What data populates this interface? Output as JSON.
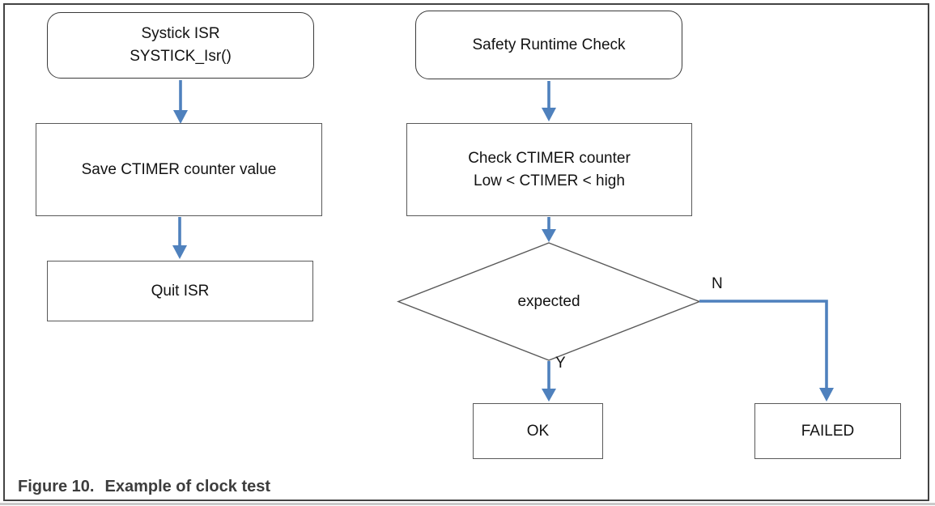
{
  "colors": {
    "arrow": "#4f81bd",
    "process_border": "#595959",
    "terminator_border": "#3a3a3a",
    "frame_border": "#434343",
    "text": "#121212",
    "caption": "#3d3d3d",
    "background": "#ffffff"
  },
  "caption": {
    "prefix": "Figure 10.",
    "title": "Example of clock test"
  },
  "flowchart": {
    "systick_start": {
      "line1": "Systick ISR",
      "line2": "SYSTICK_Isr()"
    },
    "save_process": {
      "label": "Save CTIMER counter value"
    },
    "quit_process": {
      "label": "Quit ISR"
    },
    "safety_start": {
      "label": "Safety Runtime Check"
    },
    "check_process": {
      "line1": "Check CTIMER counter",
      "line2": "Low < CTIMER < high"
    },
    "decision": {
      "label": "expected",
      "yes": "Y",
      "no": "N"
    },
    "ok_result": {
      "label": "OK"
    },
    "failed_result": {
      "label": "FAILED"
    }
  }
}
